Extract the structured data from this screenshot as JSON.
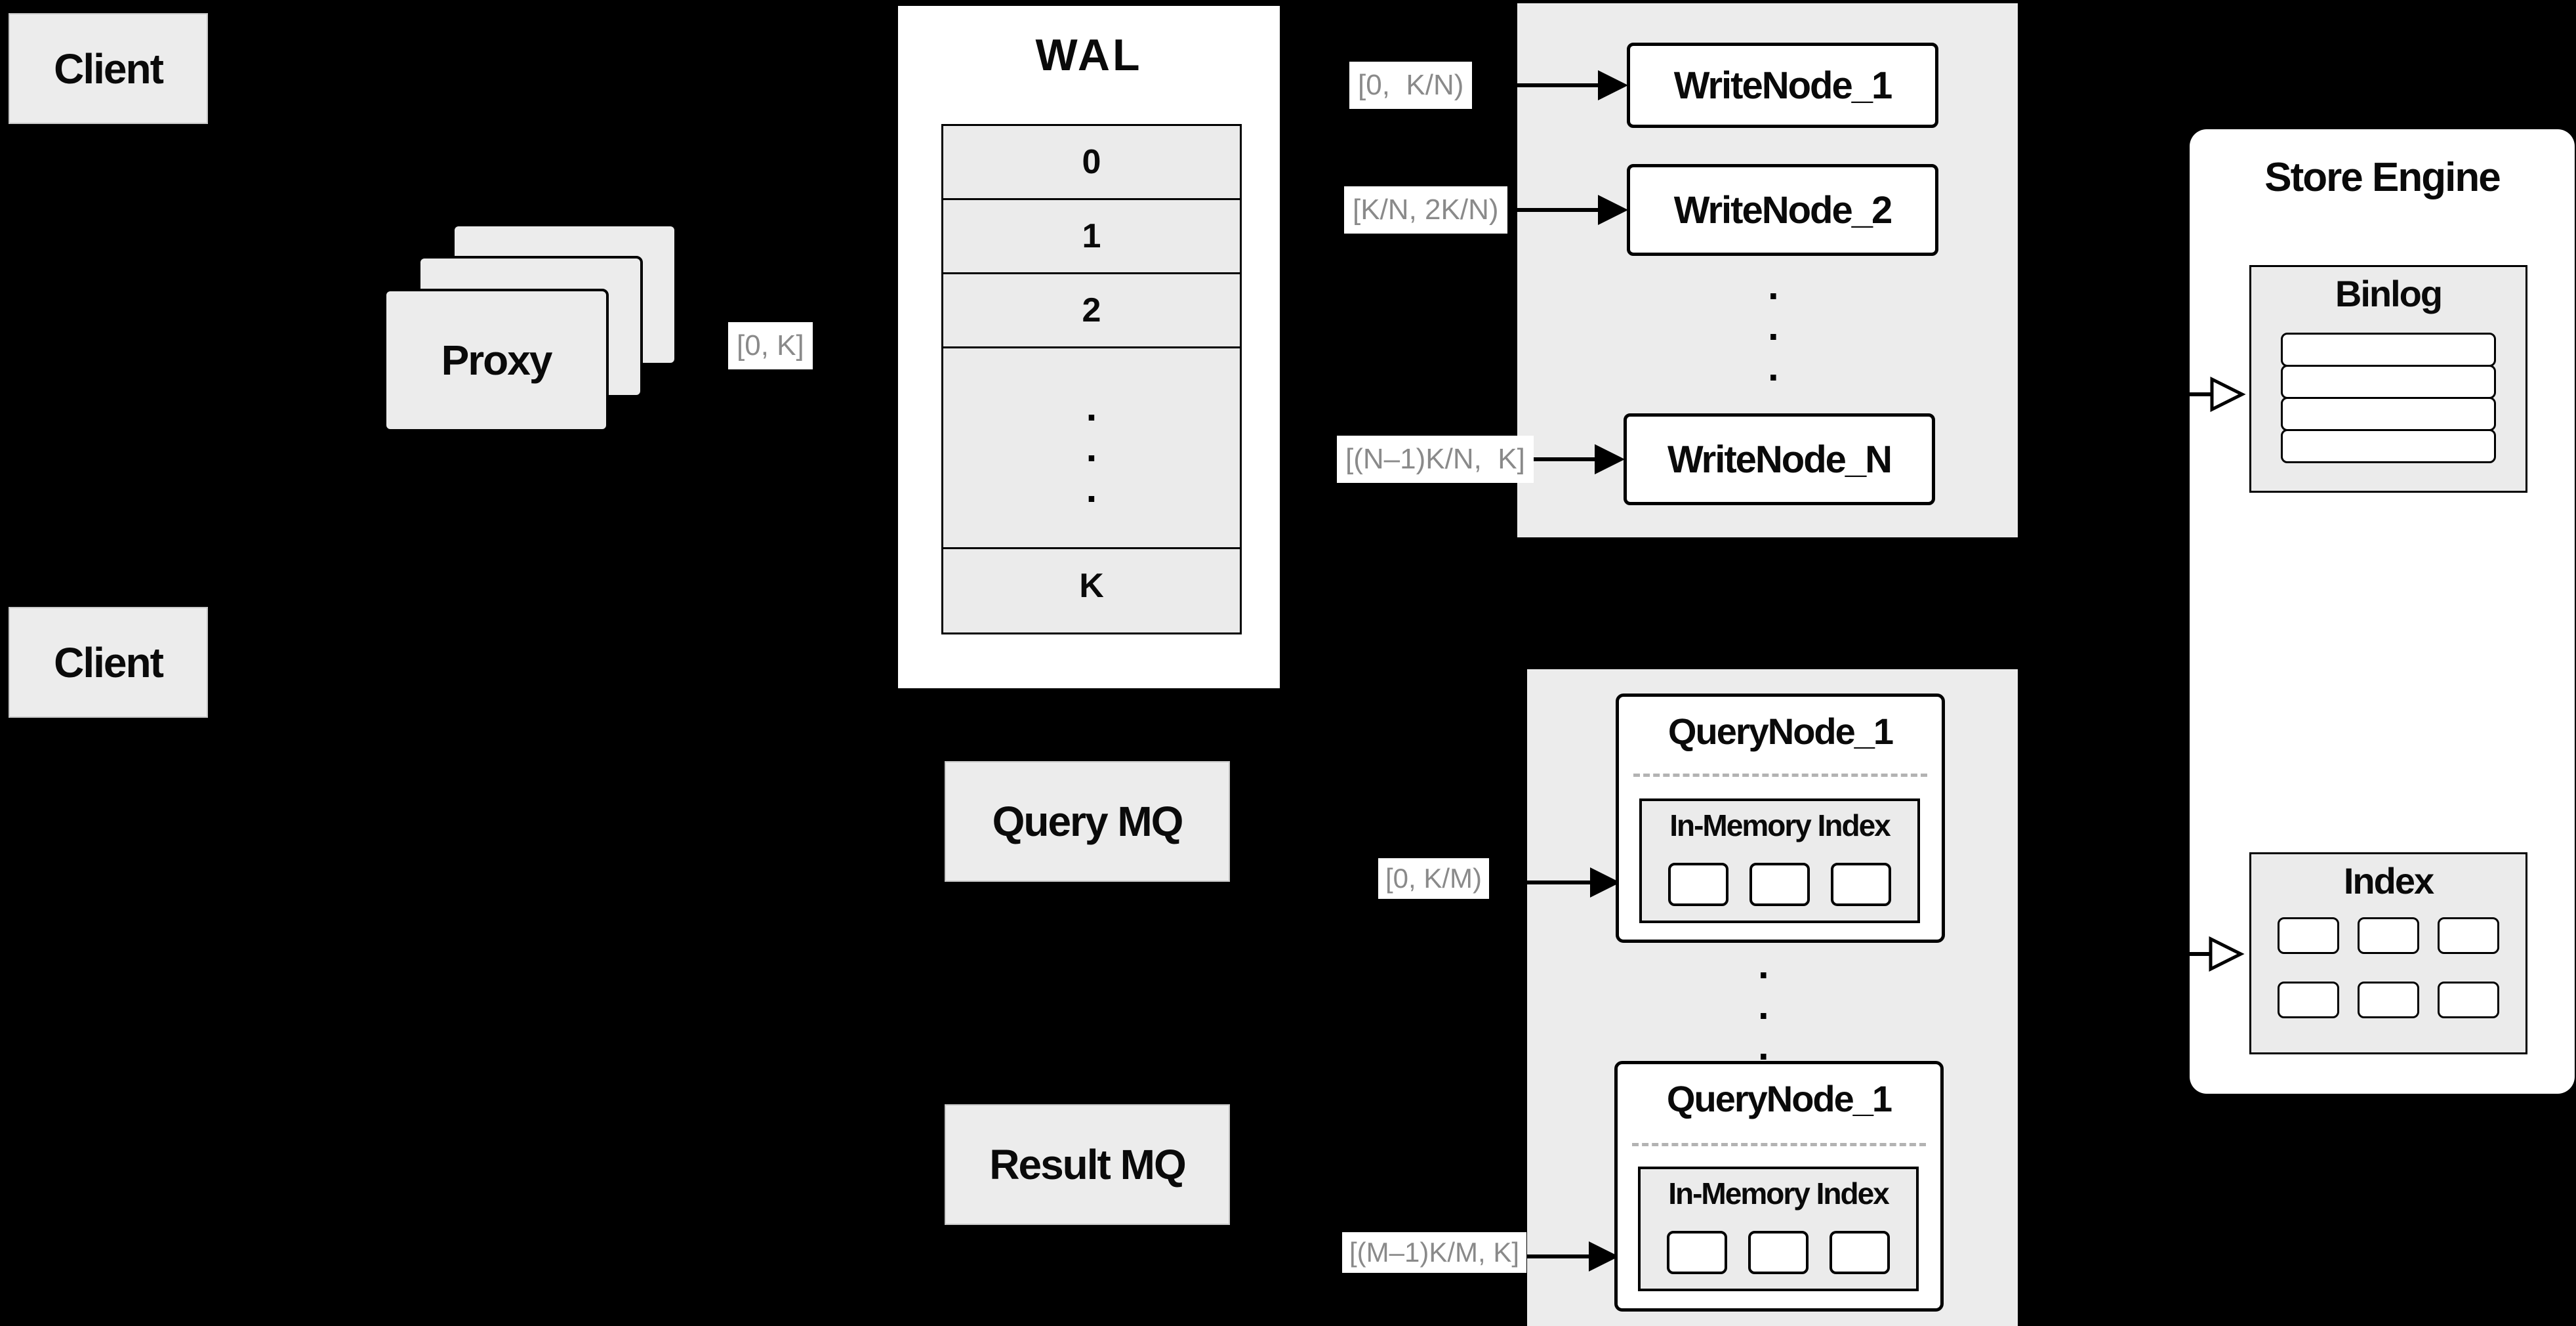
{
  "colors": {
    "background": "#000000",
    "panel_gray": "#ececec",
    "row_gray": "#ebebeb",
    "node_white": "#ffffff",
    "line_black": "#000000",
    "edge_label_text": "#8a8a8a",
    "dashed_separator": "#b3b3b3"
  },
  "clients": {
    "top_label": "Client",
    "bottom_label": "Client"
  },
  "proxy": {
    "label": "Proxy"
  },
  "wal": {
    "title": "WAL",
    "row_0": "0",
    "row_1": "1",
    "row_2": "2",
    "row_k": "K"
  },
  "dots_char": ".",
  "edge_labels": {
    "proxy_to_wal": "[0, K]",
    "to_write_node_1": "[0,  K/N)",
    "to_write_node_2": "[K/N, 2K/N)",
    "to_write_node_n": "[(N–1)K/N,  K]",
    "to_query_node_1": "[0, K/M)",
    "to_query_node_m": "[(M–1)K/M, K]"
  },
  "write_nodes": {
    "node_1": "WriteNode_1",
    "node_2": "WriteNode_2",
    "node_n": "WriteNode_N"
  },
  "query_nodes": {
    "top": {
      "title": "QueryNode_1",
      "index_label": "In-Memory Index"
    },
    "bottom": {
      "title": "QueryNode_1",
      "index_label": "In-Memory Index"
    }
  },
  "message_queues": {
    "query": "Query MQ",
    "result": "Result MQ"
  },
  "store_engine": {
    "title": "Store Engine",
    "binlog_title": "Binlog",
    "index_title": "Index"
  }
}
